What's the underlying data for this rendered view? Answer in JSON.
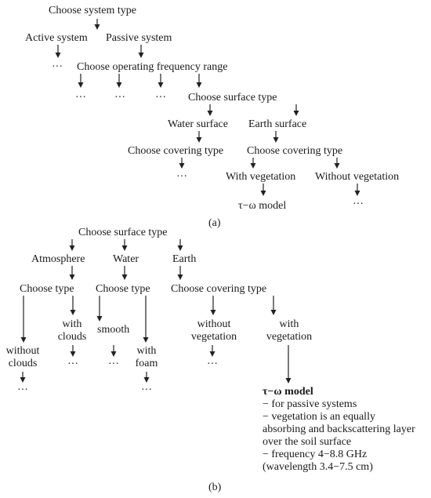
{
  "panel_a": {
    "caption": "(a)",
    "choose_system_type": "Choose system type",
    "active_system": "Active system",
    "passive_system": "Passive system",
    "ellipsis_active": "···",
    "choose_frequency": "Choose operating frequency range",
    "ellipsis_f1": "···",
    "ellipsis_f2": "···",
    "ellipsis_f3": "···",
    "choose_surface_type": "Choose surface type",
    "water_surface": "Water surface",
    "earth_surface": "Earth surface",
    "choose_covering_water": "Choose covering type",
    "choose_covering_earth": "Choose covering type",
    "ellipsis_water": "···",
    "with_vegetation": "With vegetation",
    "without_vegetation": "Without vegetation",
    "tau_omega_model": "τ−ω model",
    "ellipsis_without_veg": "···"
  },
  "panel_b": {
    "caption": "(b)",
    "choose_surface_type": "Choose surface type",
    "atmosphere": "Atmosphere",
    "water": "Water",
    "earth": "Earth",
    "choose_type_atm": "Choose type",
    "choose_type_water": "Choose type",
    "choose_covering_type": "Choose covering type",
    "without_clouds_1": "without",
    "without_clouds_2": "clouds",
    "ellipsis_without_clouds": "···",
    "with_clouds_1": "with",
    "with_clouds_2": "clouds",
    "ellipsis_with_clouds": "···",
    "smooth": "smooth",
    "ellipsis_smooth": "···",
    "with_foam_1": "with",
    "with_foam_2": "foam",
    "ellipsis_foam": "···",
    "without_vegetation_1": "without",
    "without_vegetation_2": "vegetation",
    "ellipsis_without_veg": "···",
    "with_vegetation_1": "with",
    "with_vegetation_2": "vegetation",
    "model_title": "τ−ω model",
    "model_lines": [
      "− for passive systems",
      "− vegetation is an equally",
      "absorbing and backscattering layer",
      "over the soil surface",
      "− frequency 4−8.8 GHz",
      "(wavelength 3.4−7.5 cm)"
    ]
  }
}
